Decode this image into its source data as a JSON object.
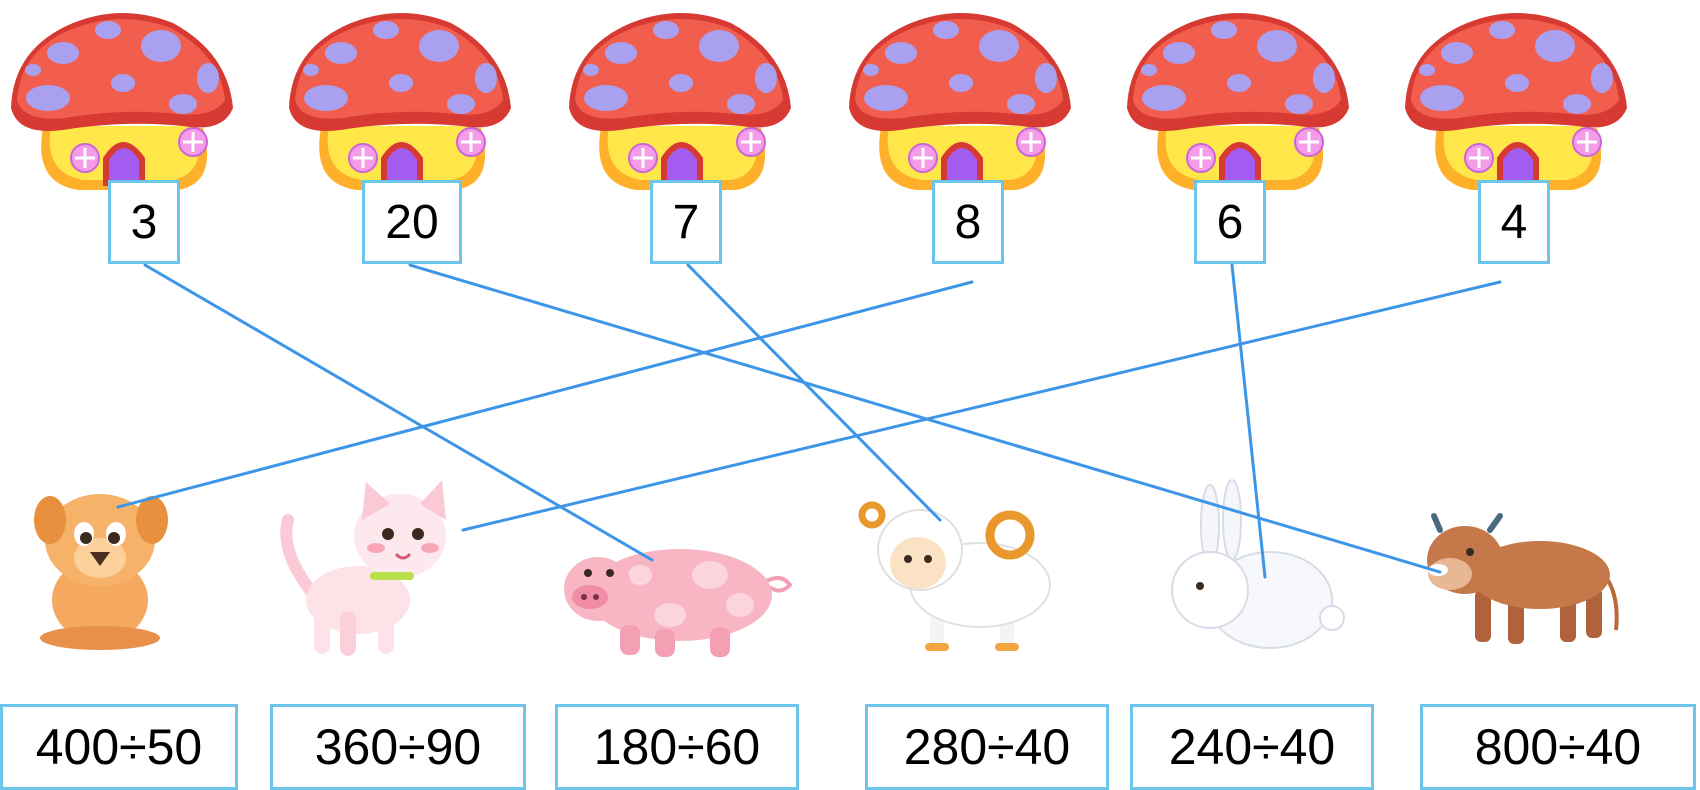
{
  "colors": {
    "line": "#3d95e8",
    "box_border": "#6cc6ec",
    "cap": "#f25e4e",
    "cap_dark": "#d63a32",
    "cap_spot": "#aaa0f0",
    "house_yellow": "#ffe74a",
    "house_orange": "#ffb02a",
    "door": "#a25cf0",
    "window": "#f59ce8"
  },
  "houses": [
    {
      "label": "3"
    },
    {
      "label": "20"
    },
    {
      "label": "7"
    },
    {
      "label": "8"
    },
    {
      "label": "6"
    },
    {
      "label": "4"
    }
  ],
  "animals": [
    {
      "icon": "puppy-icon",
      "expression": "400÷50"
    },
    {
      "icon": "kitten-icon",
      "expression": "360÷90"
    },
    {
      "icon": "pig-icon",
      "expression": "180÷60"
    },
    {
      "icon": "sheep-icon",
      "expression": "280÷40"
    },
    {
      "icon": "rabbit-icon",
      "expression": "240÷40"
    },
    {
      "icon": "cow-icon",
      "expression": "800÷40"
    }
  ],
  "connections": [
    {
      "house": 0,
      "animal": 2
    },
    {
      "house": 1,
      "animal": 5
    },
    {
      "house": 2,
      "animal": 3
    },
    {
      "house": 3,
      "animal": 0
    },
    {
      "house": 4,
      "animal": 4
    },
    {
      "house": 5,
      "animal": 1
    }
  ]
}
